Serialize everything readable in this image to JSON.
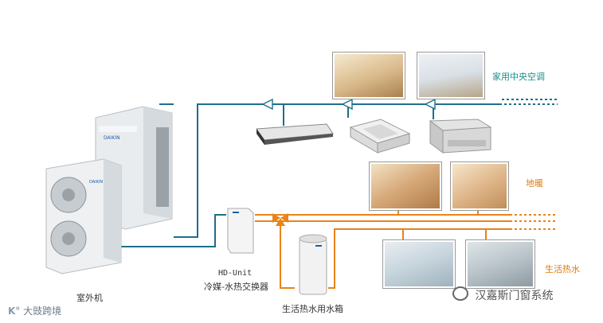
{
  "labels": {
    "home_ac": "家用中央空调",
    "floor_heat": "地暖",
    "hot_water": "生活热水",
    "outdoor_unit": "室外机",
    "hd_unit_name": "HD-Unit",
    "hd_unit_desc": "冷媒-水热交换器",
    "tank": "生活热水用水箱"
  },
  "watermark": {
    "left_logo": "大豉跨境",
    "right_text": "汉嘉斯门窗系统"
  },
  "colors": {
    "refrigerant_line": "#1e6e8c",
    "water_line": "#e8831a",
    "ac_label": "#1a8c8c",
    "heat_label": "#e07a10"
  }
}
